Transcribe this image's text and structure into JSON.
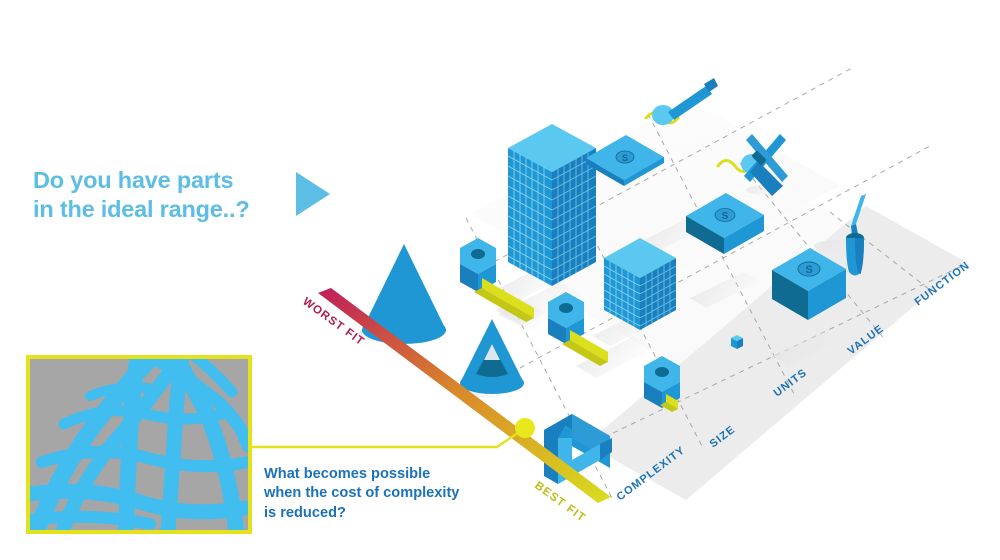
{
  "headline": {
    "text": "Do you have parts\nin the ideal range..?",
    "color": "#5CBDE5"
  },
  "play_arrow": {
    "name": "play-triangle",
    "color": "#5CBDE5"
  },
  "callout": {
    "text": "What becomes possible\nwhen the cost of complexity\nis reduced?",
    "color": "#1C72B8",
    "thumbnail": {
      "alt": "generative-design lattice part render",
      "border_color": "#E3E21C",
      "background_color": "#A6A6A6",
      "part_color": "#41BDF0"
    },
    "connector_color": "#E3E21C",
    "dot_color": "#E8E81C"
  },
  "scale": {
    "worst_label": "WORST FIT",
    "best_label": "BEST FIT",
    "gradient_start": "#C01C5A",
    "gradient_mid": "#D9892A",
    "gradient_end": "#D9DE1E"
  },
  "axes": {
    "columns": [
      {
        "label": "COMPLEXITY"
      },
      {
        "label": "SIZE"
      },
      {
        "label": "UNITS"
      },
      {
        "label": "VALUE"
      },
      {
        "label": "FUNCTION"
      }
    ]
  },
  "grid": {
    "highlight_band": {
      "row": "bottom",
      "color": "#ECECEC"
    },
    "cells": [
      {
        "row": 1,
        "column": "COMPLEXITY",
        "icon": "cone-large"
      },
      {
        "row": 1,
        "column": "SIZE",
        "icon": "tape-measure-long"
      },
      {
        "row": 1,
        "column": "UNITS",
        "icon": "unit-tower-tall"
      },
      {
        "row": 1,
        "column": "VALUE",
        "icon": "banknote-single"
      },
      {
        "row": 1,
        "column": "FUNCTION",
        "icon": "paintbrush-tool"
      },
      {
        "row": 2,
        "column": "COMPLEXITY",
        "icon": "cone-medium"
      },
      {
        "row": 2,
        "column": "SIZE",
        "icon": "tape-measure-medium"
      },
      {
        "row": 2,
        "column": "UNITS",
        "icon": "unit-cube-medium"
      },
      {
        "row": 2,
        "column": "VALUE",
        "icon": "banknote-stack-small"
      },
      {
        "row": 2,
        "column": "FUNCTION",
        "icon": "crossed-tools"
      },
      {
        "row": 3,
        "column": "COMPLEXITY",
        "icon": "penrose-triangle"
      },
      {
        "row": 3,
        "column": "SIZE",
        "icon": "tape-measure-short"
      },
      {
        "row": 3,
        "column": "UNITS",
        "icon": "unit-cube-tiny"
      },
      {
        "row": 3,
        "column": "VALUE",
        "icon": "banknote-stack-large"
      },
      {
        "row": 3,
        "column": "FUNCTION",
        "icon": "screwdriver"
      }
    ]
  },
  "palette": {
    "blue_light": "#5BC8EF",
    "blue_mid": "#1F97D4",
    "blue_dark": "#14749F",
    "blue_deep": "#0E6A8E",
    "yellow": "#DCDF1C",
    "panel": "#FAFAFA",
    "panel_band": "#ECECEC",
    "shadow": "#EFEFEF",
    "dash": "#9A9A9A"
  }
}
